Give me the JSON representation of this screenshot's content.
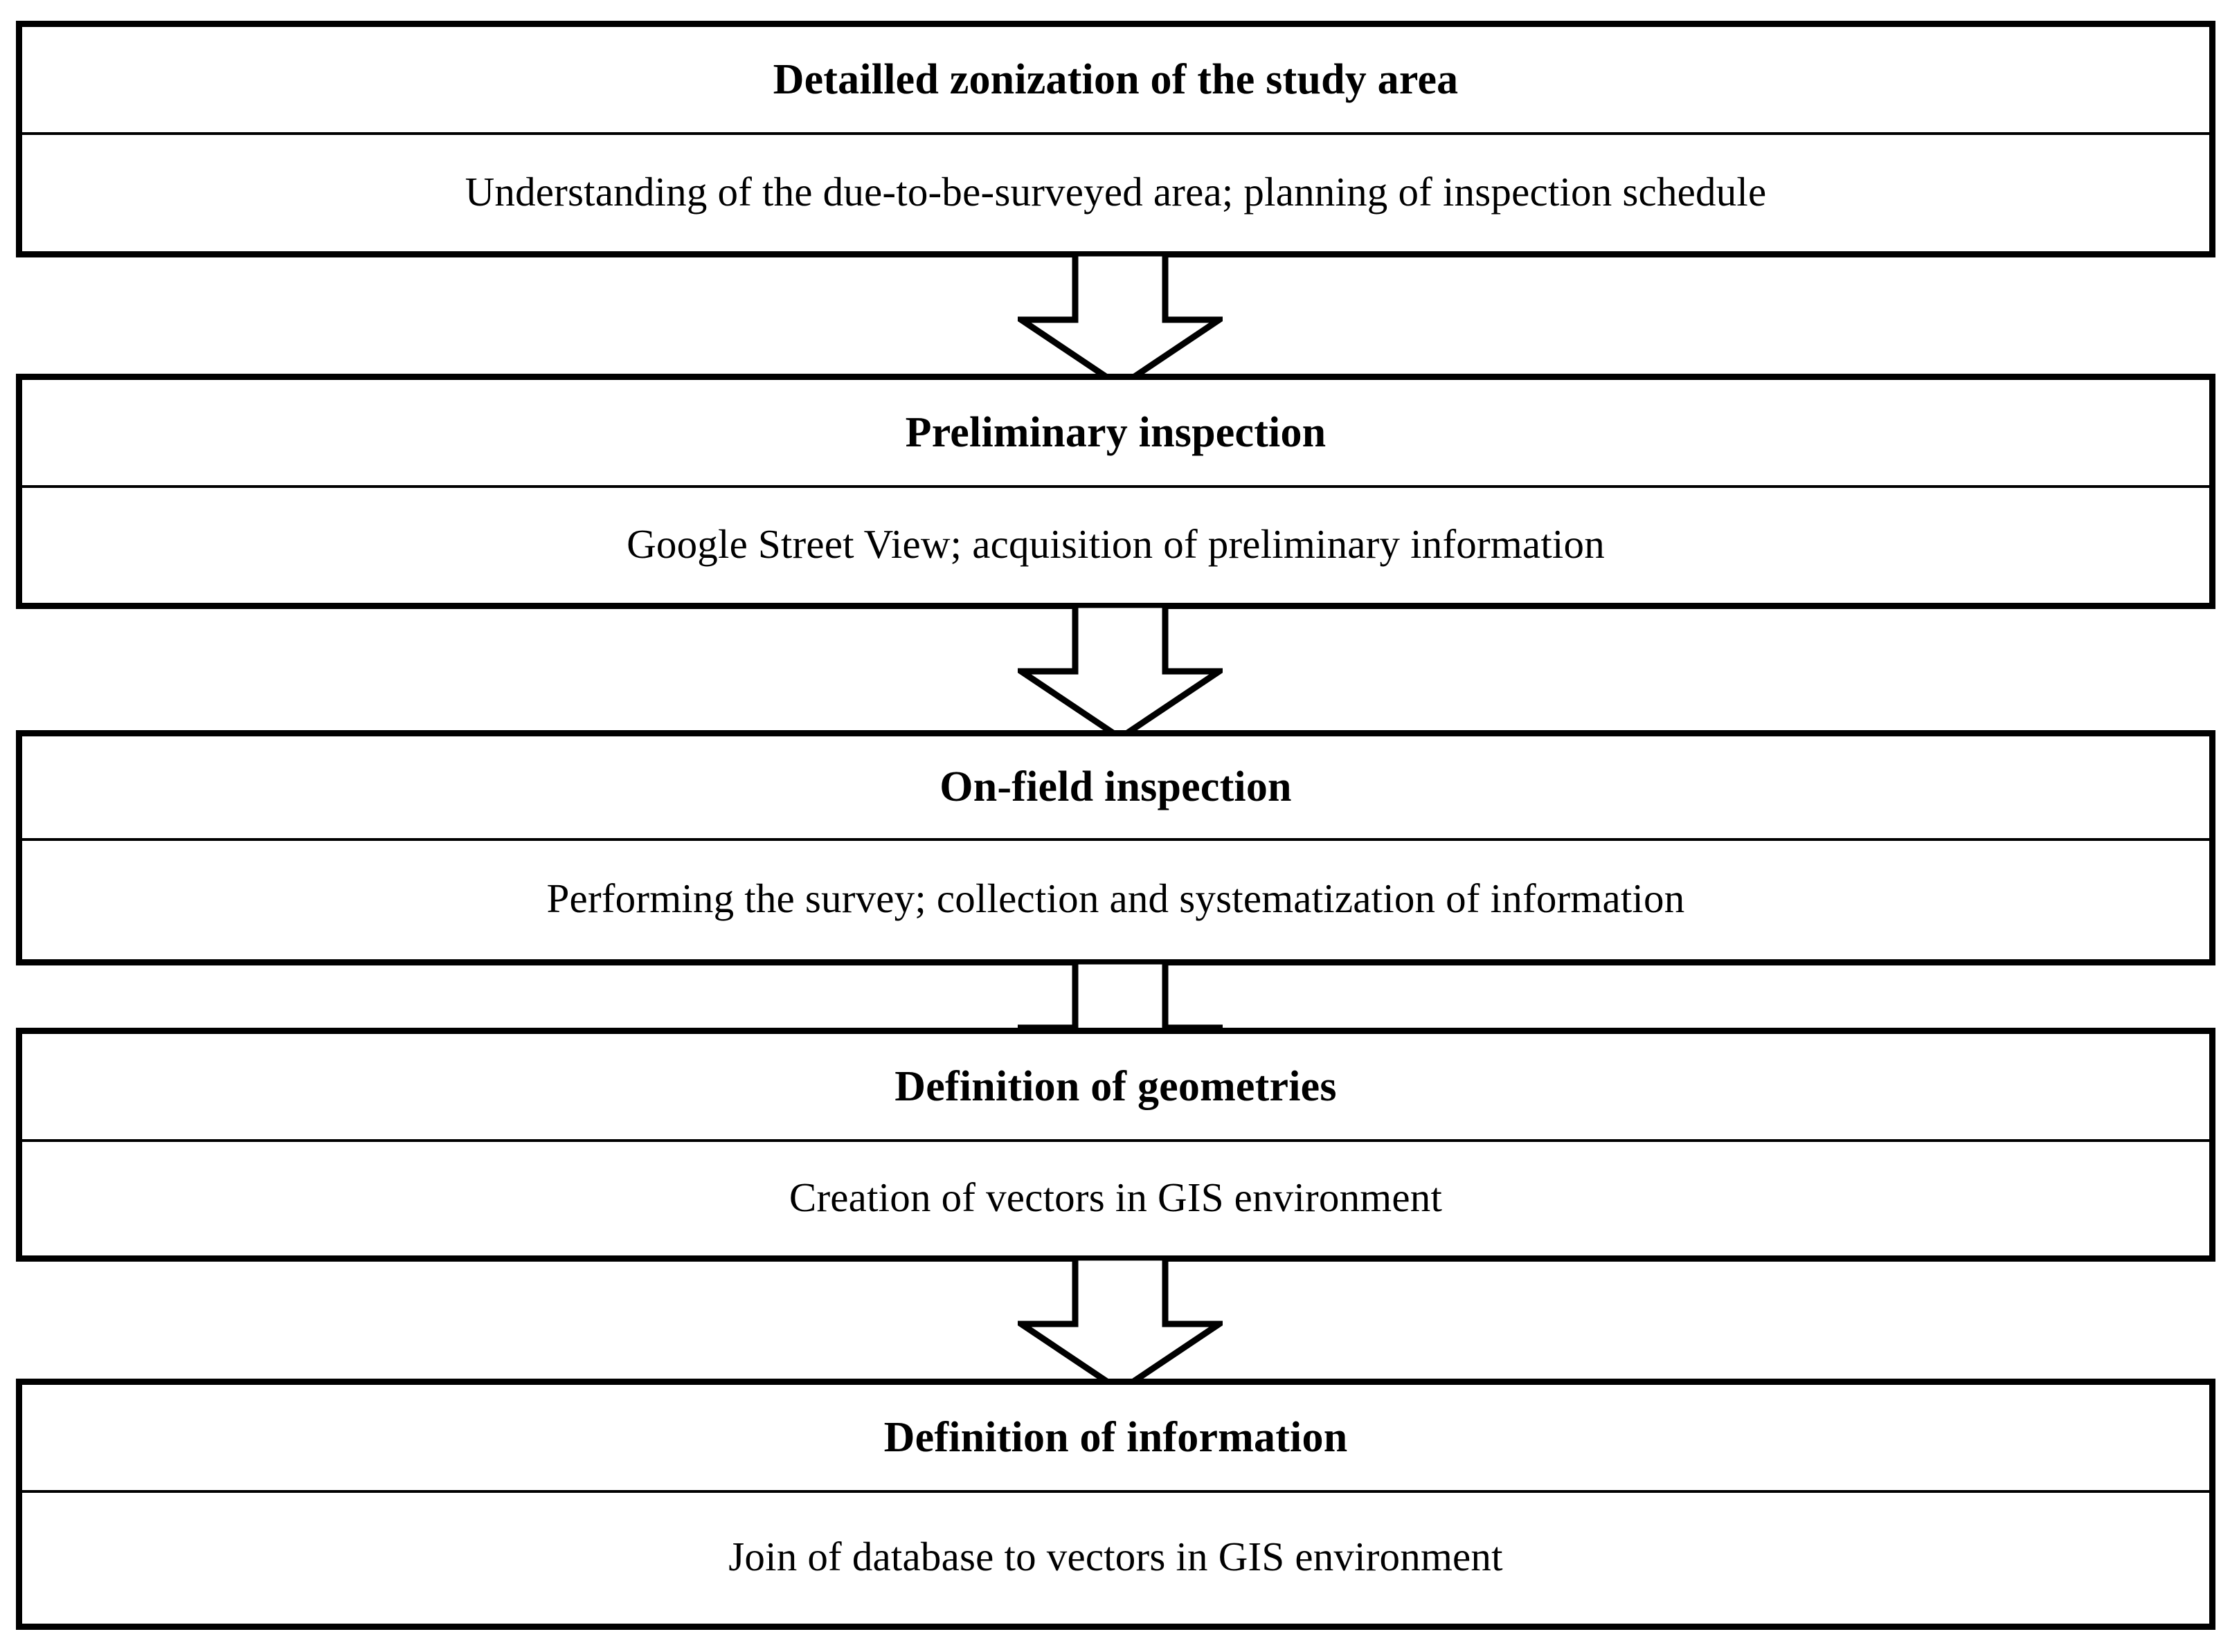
{
  "diagram": {
    "type": "flowchart",
    "orientation": "vertical-top-down",
    "connector": "down-block-arrow",
    "colors": {
      "background": "#ffffff",
      "border": "#000000",
      "text": "#000000"
    },
    "steps": [
      {
        "index": 1,
        "title": "Detailled zonization of the study area",
        "subtitle": "Understanding of the due-to-be-surveyed area; planning of inspection schedule"
      },
      {
        "index": 2,
        "title": "Preliminary inspection",
        "subtitle": "Google Street View; acquisition of preliminary information"
      },
      {
        "index": 3,
        "title": "On-field inspection",
        "subtitle": "Performing the survey; collection and systematization of information"
      },
      {
        "index": 4,
        "title": "Definition of geometries",
        "subtitle": "Creation of vectors in GIS environment"
      },
      {
        "index": 5,
        "title": "Definition of information",
        "subtitle": "Join of database to vectors in GIS environment"
      }
    ],
    "arrows": [
      {
        "from": 1,
        "to": 2,
        "icon": "down-arrow-icon"
      },
      {
        "from": 2,
        "to": 3,
        "icon": "down-arrow-icon"
      },
      {
        "from": 3,
        "to": 4,
        "icon": "down-arrow-icon"
      },
      {
        "from": 4,
        "to": 5,
        "icon": "down-arrow-icon"
      }
    ]
  }
}
